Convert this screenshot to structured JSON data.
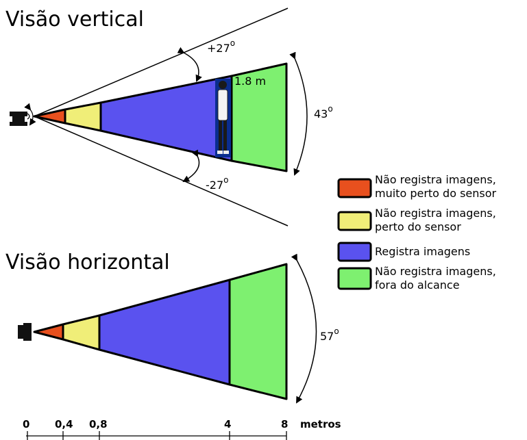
{
  "vertical_view": {
    "title": "Visão vertical",
    "angle_top": "+27",
    "angle_bottom": "-27",
    "angle_span": "43",
    "degree_mark": "o",
    "person_height": "1.8 m"
  },
  "horizontal_view": {
    "title": "Visão horizontal",
    "angle_span": "57",
    "degree_mark": "o"
  },
  "zone_colors": {
    "too_close": "#e8501e",
    "close": "#f0ee78",
    "records": "#5a52ef",
    "out_of_range": "#7ef070"
  },
  "legend": [
    {
      "lines": [
        "Não registra imagens,",
        "muito perto do sensor"
      ],
      "color": "#e8501e"
    },
    {
      "lines": [
        "Não registra imagens,",
        "perto do sensor"
      ],
      "color": "#f0ee78"
    },
    {
      "lines": [
        "Registra imagens"
      ],
      "color": "#5a52ef"
    },
    {
      "lines": [
        "Não registra imagens,",
        "fora do alcance"
      ],
      "color": "#7ef070"
    }
  ],
  "scale": {
    "ticks": [
      "0",
      "0,4",
      "0,8",
      "4",
      "8"
    ],
    "unit": "metros"
  }
}
